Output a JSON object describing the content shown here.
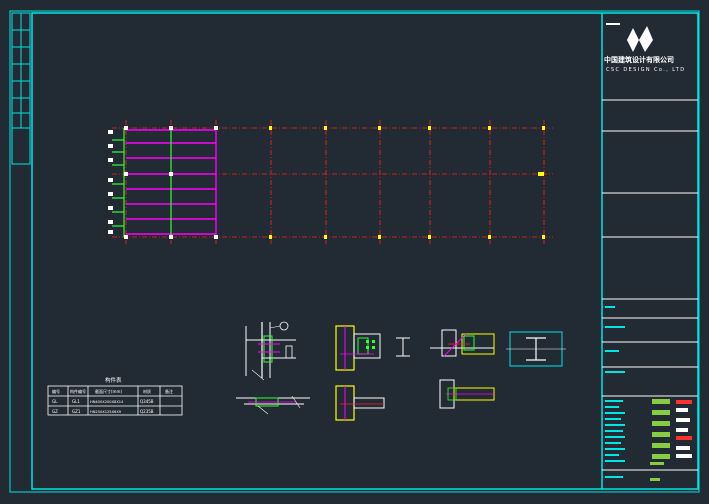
{
  "colors": {
    "background": "#222a33",
    "frame": "#00e5e5",
    "axis": "#ff2020",
    "beam": "#ff00ff",
    "brace": "#30ff30",
    "marker": "#ffff00",
    "text": "#ffffff",
    "table": "#ffffff"
  },
  "title_block": {
    "company_cn": "中国建筑设计有限公司",
    "company_en": "CSC DESIGN Co., LTD"
  },
  "legend_table": {
    "title": "构件表",
    "headers": [
      "编号",
      "构件编号",
      "截面尺寸(mm)",
      "材质",
      "备注"
    ],
    "rows": [
      [
        "GL",
        "GL1",
        "HN400X200X8X14",
        "Q345B",
        ""
      ],
      [
        "GZ",
        "GZ1",
        "HN250X125X6X9",
        "Q235B",
        ""
      ]
    ]
  }
}
